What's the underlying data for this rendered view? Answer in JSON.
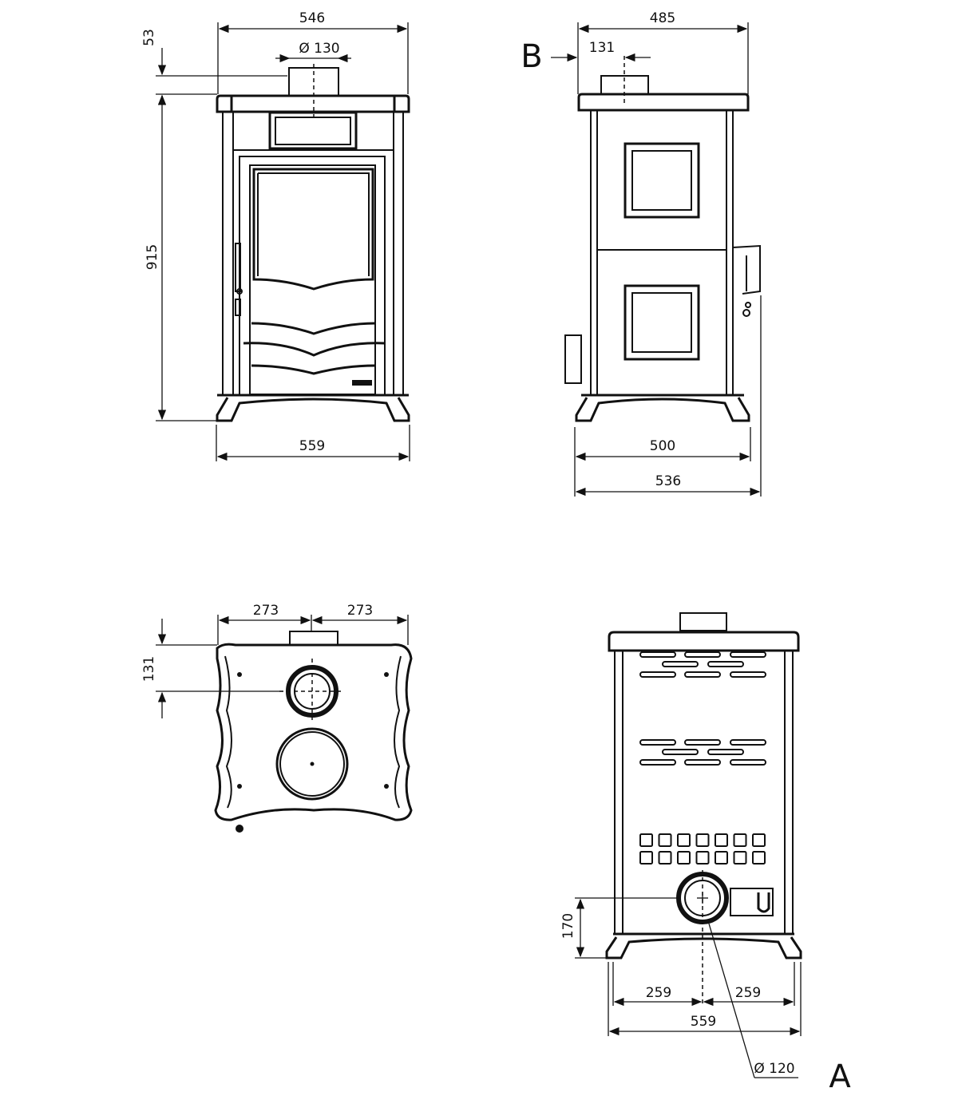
{
  "front_view": {
    "width_top": "546",
    "flue_diameter": "Ø 130",
    "flue_height": "53",
    "height": "915",
    "width_base": "559"
  },
  "side_view": {
    "label": "B",
    "width_top": "485",
    "flue_offset": "131",
    "depth_feet": "500",
    "depth_total": "536"
  },
  "top_view": {
    "half_width_left": "273",
    "half_width_right": "273",
    "flue_offset": "131"
  },
  "rear_view": {
    "label": "A",
    "outlet_height": "170",
    "half_left": "259",
    "half_right": "259",
    "width": "559",
    "outlet_diameter": "Ø 120"
  }
}
